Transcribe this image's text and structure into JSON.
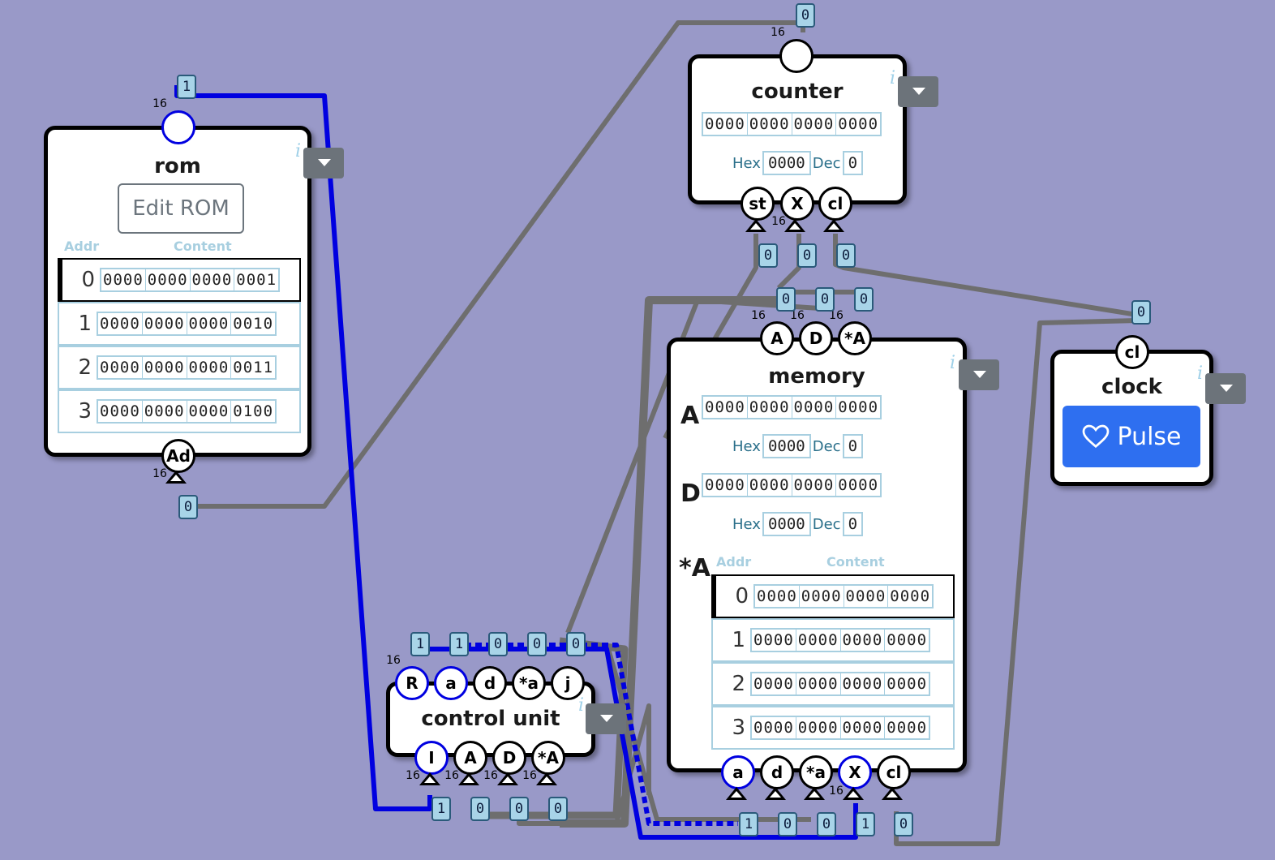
{
  "components": {
    "rom": {
      "title": "rom",
      "info": "i",
      "edit_button": "Edit ROM",
      "col_addr": "Addr",
      "col_content": "Content",
      "rows": [
        {
          "addr": "0",
          "nibbles": [
            "0000",
            "0000",
            "0000",
            "0001"
          ]
        },
        {
          "addr": "1",
          "nibbles": [
            "0000",
            "0000",
            "0000",
            "0010"
          ]
        },
        {
          "addr": "2",
          "nibbles": [
            "0000",
            "0000",
            "0000",
            "0011"
          ]
        },
        {
          "addr": "3",
          "nibbles": [
            "0000",
            "0000",
            "0000",
            "0100"
          ]
        }
      ],
      "pin_in": "Ad",
      "out_width": "16",
      "in_width": "16",
      "out_value": "1",
      "in_value": "0"
    },
    "counter": {
      "title": "counter",
      "info": "i",
      "nibbles": [
        "0000",
        "0000",
        "0000",
        "0000"
      ],
      "hex_label": "Hex",
      "hex_value": "0000",
      "dec_label": "Dec",
      "dec_value": "0",
      "pins_in": [
        "st",
        "X",
        "cl"
      ],
      "out_width": "16",
      "x_width": "16",
      "out_value": "0",
      "in_values": [
        "0",
        "0",
        "0"
      ]
    },
    "memory": {
      "title": "memory",
      "info": "i",
      "pins_out": [
        "A",
        "D",
        "*A"
      ],
      "out_widths": [
        "16",
        "16",
        "16"
      ],
      "out_values": [
        "0",
        "0",
        "0"
      ],
      "reg_a_label": "A",
      "reg_a_nibbles": [
        "0000",
        "0000",
        "0000",
        "0000"
      ],
      "reg_a_hex": "0000",
      "reg_a_dec": "0",
      "reg_d_label": "D",
      "reg_d_nibbles": [
        "0000",
        "0000",
        "0000",
        "0000"
      ],
      "reg_d_hex": "0000",
      "reg_d_dec": "0",
      "hex_label": "Hex",
      "dec_label": "Dec",
      "ram_label": "*A",
      "col_addr": "Addr",
      "col_content": "Content",
      "rows": [
        {
          "addr": "0",
          "nibbles": [
            "0000",
            "0000",
            "0000",
            "0000"
          ]
        },
        {
          "addr": "1",
          "nibbles": [
            "0000",
            "0000",
            "0000",
            "0000"
          ]
        },
        {
          "addr": "2",
          "nibbles": [
            "0000",
            "0000",
            "0000",
            "0000"
          ]
        },
        {
          "addr": "3",
          "nibbles": [
            "0000",
            "0000",
            "0000",
            "0000"
          ]
        }
      ],
      "pins_in": [
        "a",
        "d",
        "*a",
        "X",
        "cl"
      ],
      "x_width": "16",
      "in_values": [
        "1",
        "0",
        "0",
        "1",
        "0"
      ]
    },
    "clock": {
      "title": "clock",
      "info": "i",
      "pin_out": "cl",
      "out_value": "0",
      "pulse_label": "Pulse"
    },
    "control_unit": {
      "title": "control unit",
      "info": "i",
      "pins_out": [
        "R",
        "a",
        "d",
        "*a",
        "j"
      ],
      "r_width": "16",
      "out_values": [
        "1",
        "1",
        "0",
        "0",
        "0"
      ],
      "pins_in": [
        "I",
        "A",
        "D",
        "*A"
      ],
      "in_widths": [
        "16",
        "16",
        "16",
        "16"
      ],
      "in_values": [
        "1",
        "0",
        "0",
        "0"
      ]
    }
  },
  "colors": {
    "background": "#9999c8",
    "wire_inactive": "#6e6e6e",
    "wire_active": "#0000e0",
    "pulse_button": "#2e6ff0"
  }
}
